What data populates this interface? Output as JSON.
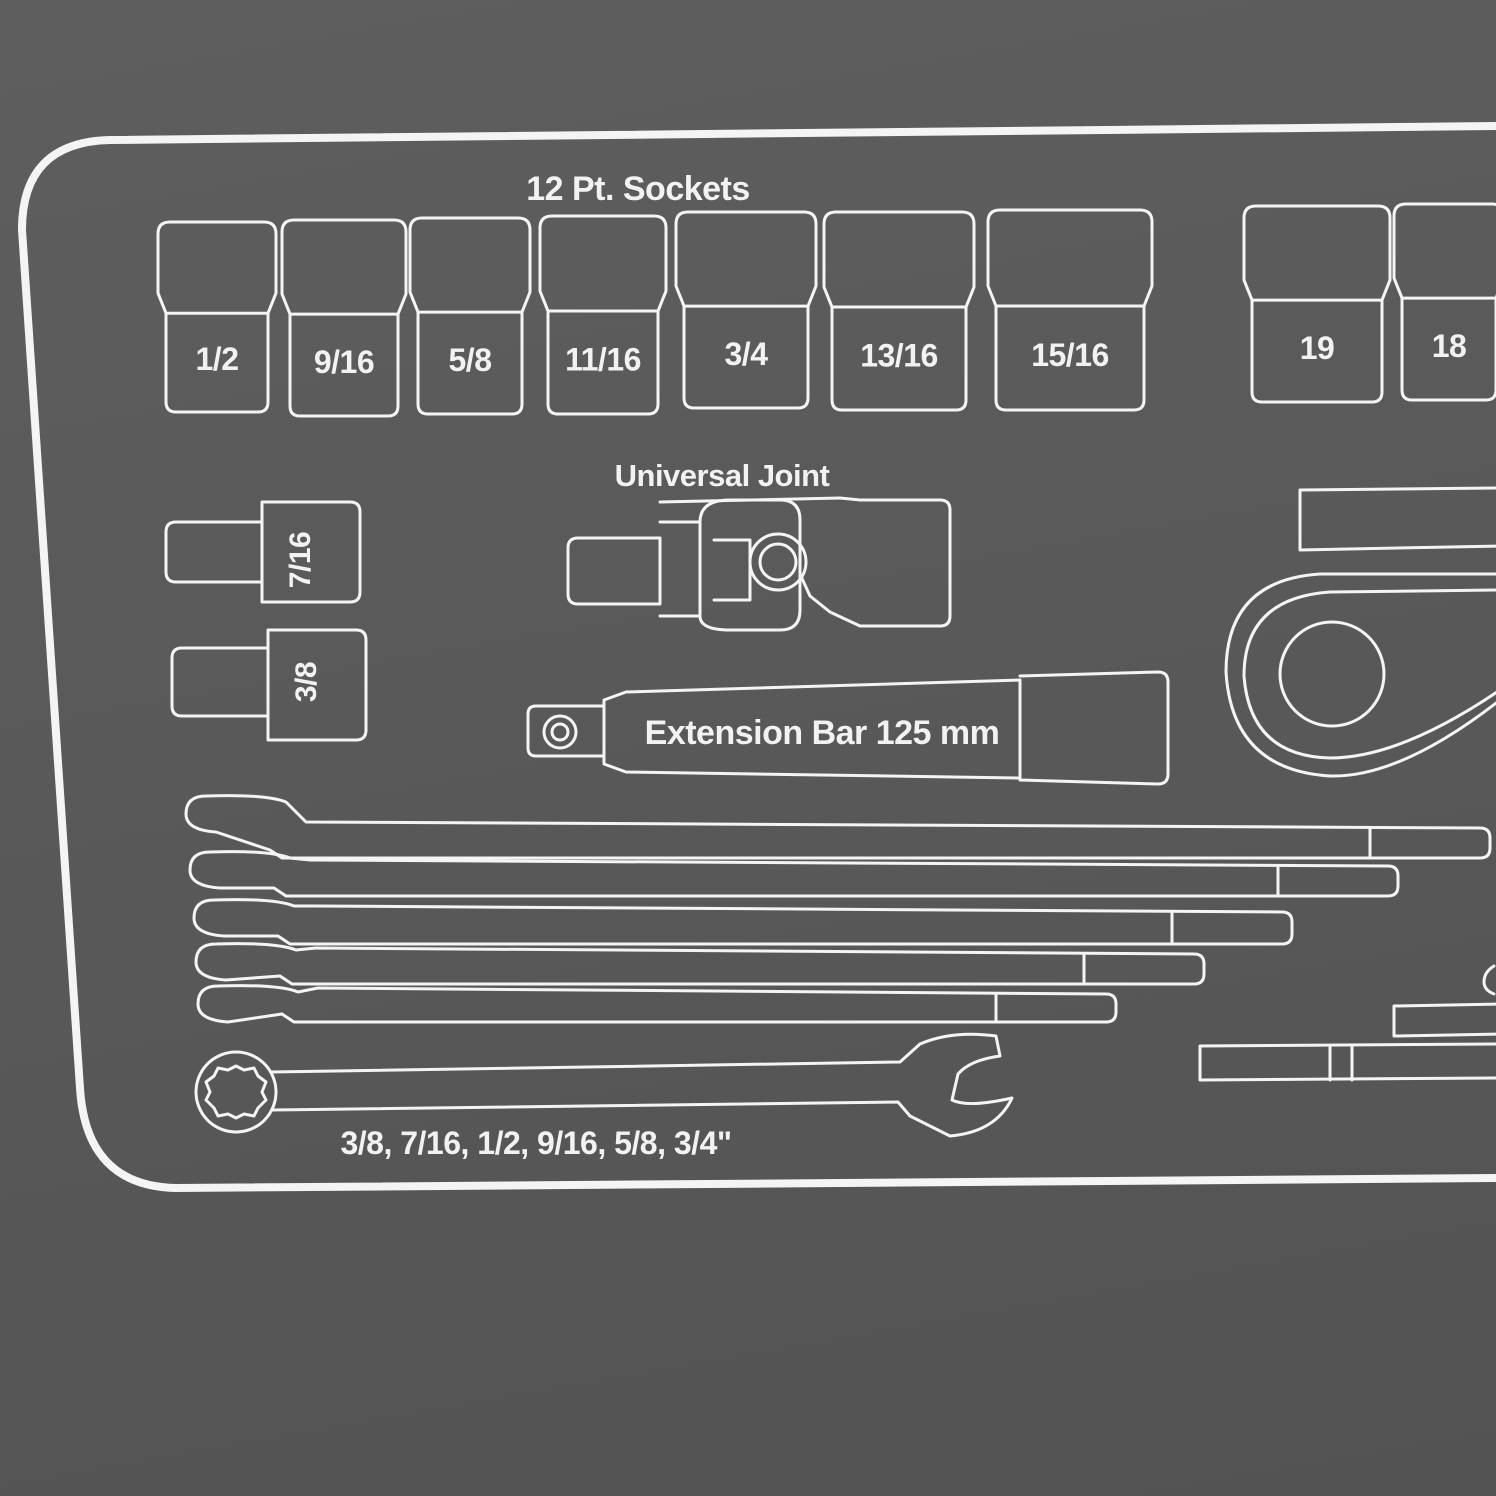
{
  "header": {
    "sockets_title": "12 Pt. Sockets"
  },
  "sockets": [
    "1/2",
    "9/16",
    "5/8",
    "11/16",
    "3/4",
    "13/16",
    "15/16",
    "19",
    "18"
  ],
  "adapters": [
    "7/16",
    "3/8"
  ],
  "universal_joint": {
    "label": "Universal Joint"
  },
  "extension_bar": {
    "label": "Extension Bar  125 mm"
  },
  "wrenches": {
    "sizes_label": "3/8, 7/16, 1/2, 9/16, 5/8, 3/4\""
  },
  "colors": {
    "background": "#595959",
    "outline": "#f4f4f4"
  }
}
